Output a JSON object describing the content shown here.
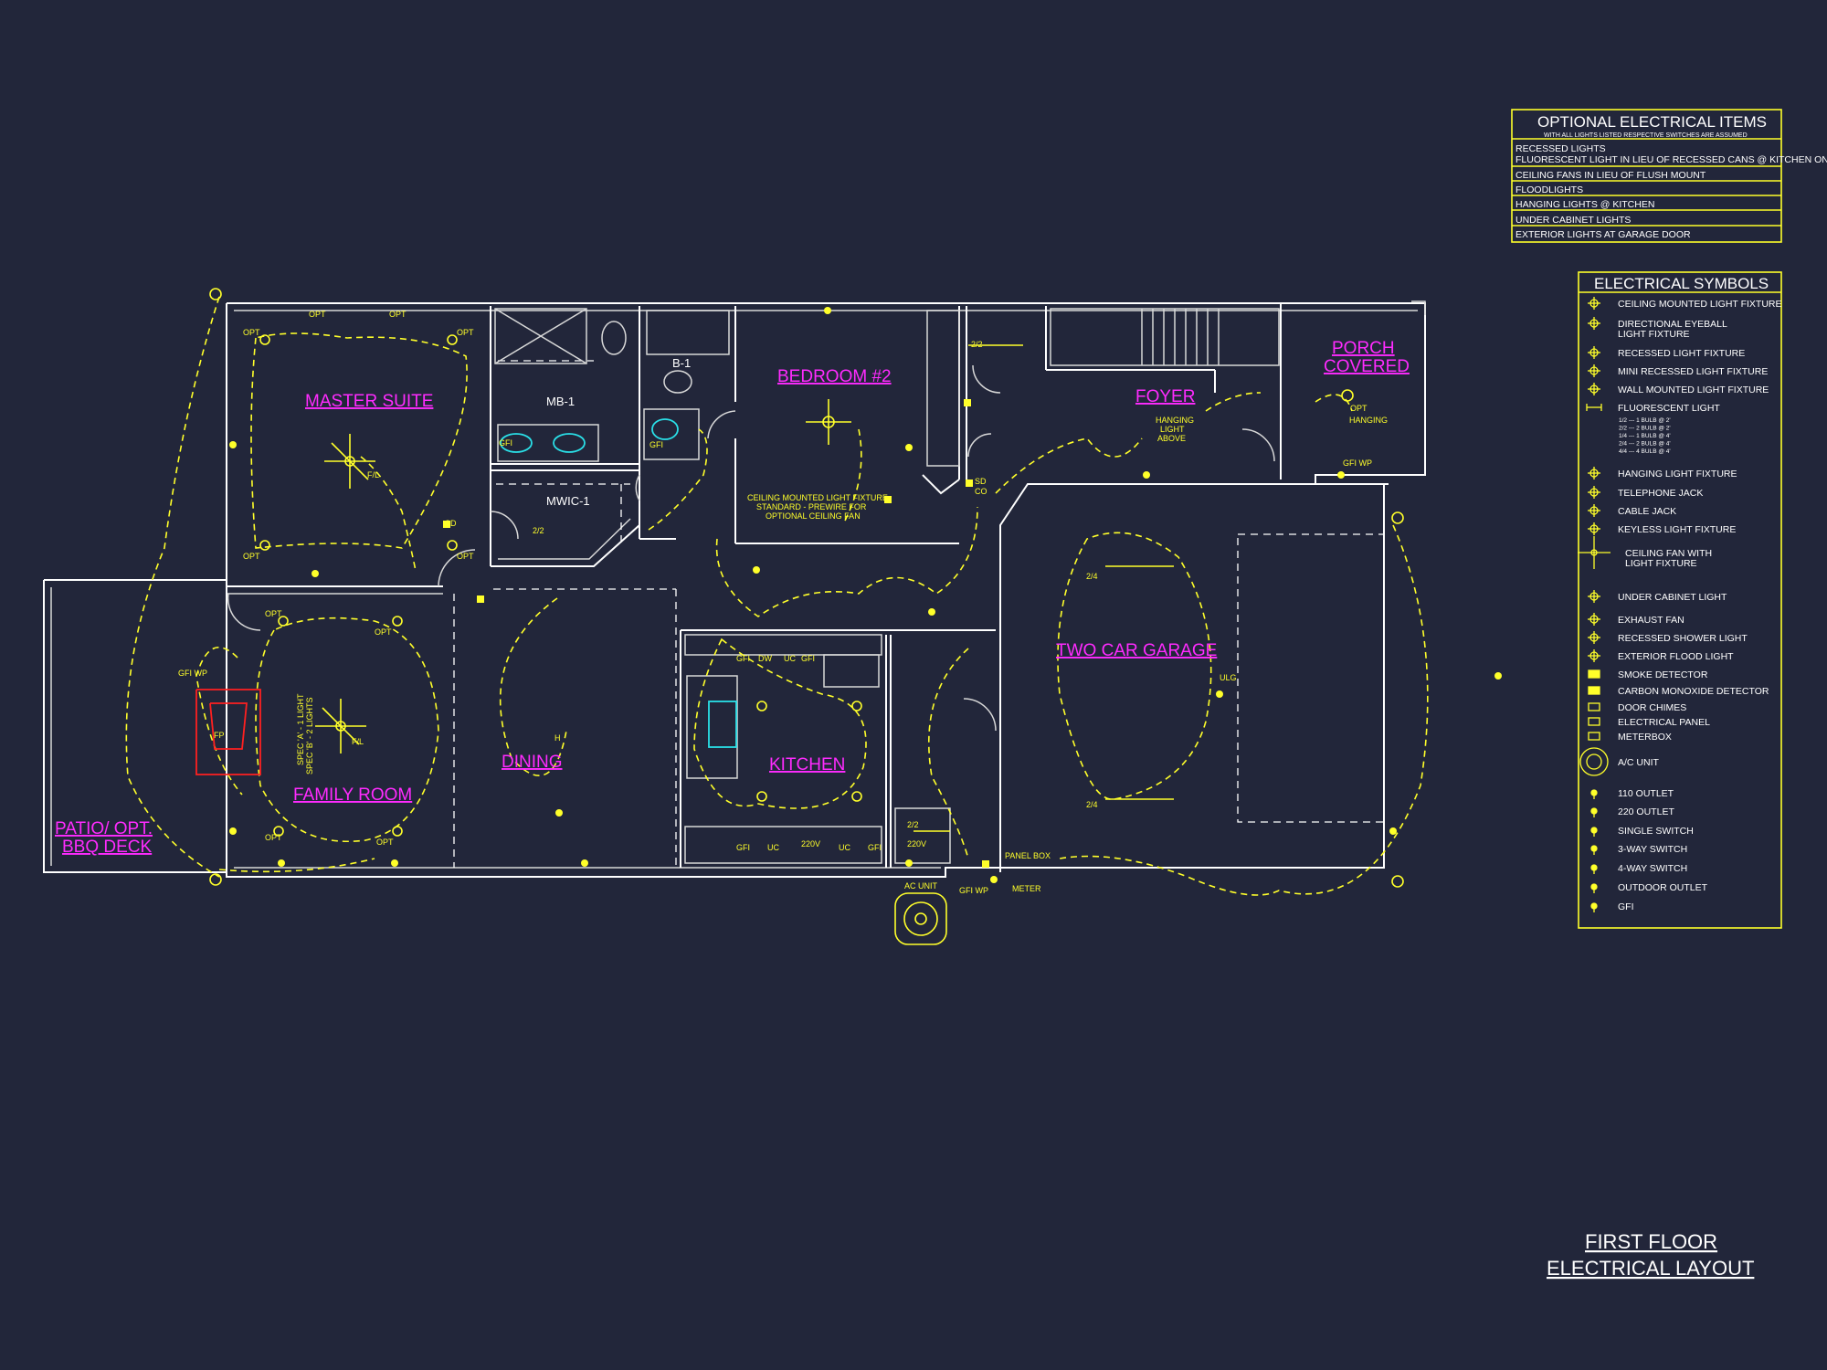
{
  "rooms": {
    "master_suite": "MASTER SUITE",
    "bedroom2": "BEDROOM #2",
    "foyer": "FOYER",
    "porch_line1": "PORCH",
    "porch_line2": "COVERED",
    "family_room": "FAMILY ROOM",
    "dining": "DINING",
    "kitchen": "KITCHEN",
    "garage": "TWO CAR GARAGE",
    "patio_line1": "PATIO/ OPT.",
    "patio_line2": "BBQ DECK",
    "mb1": "MB-1",
    "b1": "B-1",
    "mwic1": "MWIC-1"
  },
  "annotations": {
    "opt": "OPT",
    "fl": "F/L",
    "gfi": "GFI",
    "gfi_wp": "GFI WP",
    "sd": "SD",
    "co": "CO",
    "ratio_22": "2/2",
    "ratio_24": "2/4",
    "ceiling_note_1": "CEILING MOUNTED LIGHT FIXTURE",
    "ceiling_note_2": "STANDARD - PREWIRE FOR",
    "ceiling_note_3": "OPTIONAL CEILING FAN",
    "hanging_1": "HANGING",
    "hanging_2": "LIGHT",
    "hanging_3": "ABOVE",
    "opt_hanging_1": "OPT",
    "opt_hanging_2": "HANGING",
    "dw": "DW",
    "uc": "UC",
    "v220": "220V",
    "fp": "FP",
    "spec_a": "SPEC 'A' - 1 LIGHT",
    "spec_b": "SPEC 'B' - 2 LIGHTS",
    "panel_box": "PANEL BOX",
    "meter": "METER",
    "ac_unit": "AC UNIT",
    "ulg": "ULG",
    "h": "H"
  },
  "optional_items": {
    "title": "OPTIONAL ELECTRICAL ITEMS",
    "subtitle": "WITH ALL LIGHTS LISTED RESPECTIVE SWITCHES ARE ASSUMED",
    "rows": [
      "RECESSED LIGHTS",
      "FLUORESCENT LIGHT IN LIEU OF RECESSED CANS @ KITCHEN ONLY",
      "CEILING FANS IN LIEU OF FLUSH MOUNT",
      "FLOODLIGHTS",
      "HANGING LIGHTS @ KITCHEN",
      "UNDER CABINET LIGHTS",
      "EXTERIOR LIGHTS AT GARAGE DOOR"
    ]
  },
  "symbols": {
    "title": "ELECTRICAL SYMBOLS",
    "items": [
      {
        "label": "CEILING MOUNTED LIGHT FIXTURE",
        "icon": "ceiling-light-icon"
      },
      {
        "label": "DIRECTIONAL EYEBALL",
        "label2": "LIGHT FIXTURE",
        "icon": "eyeball-light-icon"
      },
      {
        "label": "RECESSED LIGHT FIXTURE",
        "icon": "recessed-light-icon"
      },
      {
        "label": "MINI RECESSED LIGHT FIXTURE",
        "icon": "mini-recessed-light-icon"
      },
      {
        "label": "WALL MOUNTED LIGHT FIXTURE",
        "icon": "wall-light-icon"
      },
      {
        "label": "FLUORESCENT LIGHT",
        "icon": "fluorescent-light-icon"
      },
      {
        "label": "HANGING LIGHT FIXTURE",
        "icon": "hanging-light-icon"
      },
      {
        "label": "TELEPHONE JACK",
        "icon": "telephone-jack-icon"
      },
      {
        "label": "CABLE JACK",
        "icon": "cable-jack-icon"
      },
      {
        "label": "KEYLESS LIGHT FIXTURE",
        "icon": "keyless-light-icon"
      },
      {
        "label": "CEILING FAN WITH",
        "label2": "LIGHT FIXTURE",
        "icon": "ceiling-fan-icon"
      },
      {
        "label": "UNDER CABINET LIGHT",
        "icon": "under-cabinet-light-icon"
      },
      {
        "label": "EXHAUST FAN",
        "icon": "exhaust-fan-icon"
      },
      {
        "label": "RECESSED SHOWER LIGHT",
        "icon": "shower-light-icon"
      },
      {
        "label": "EXTERIOR FLOOD LIGHT",
        "icon": "flood-light-icon"
      },
      {
        "label": "SMOKE DETECTOR",
        "icon": "smoke-detector-icon"
      },
      {
        "label": "CARBON MONOXIDE DETECTOR",
        "icon": "co-detector-icon"
      },
      {
        "label": "DOOR CHIMES",
        "icon": "door-chimes-icon"
      },
      {
        "label": "ELECTRICAL PANEL",
        "icon": "electrical-panel-icon"
      },
      {
        "label": "METERBOX",
        "icon": "meterbox-icon"
      },
      {
        "label": "A/C UNIT",
        "icon": "ac-unit-icon"
      },
      {
        "label": "110 OUTLET",
        "icon": "outlet-110-icon"
      },
      {
        "label": "220 OUTLET",
        "icon": "outlet-220-icon"
      },
      {
        "label": "SINGLE SWITCH",
        "icon": "single-switch-icon"
      },
      {
        "label": "3-WAY SWITCH",
        "icon": "three-way-switch-icon"
      },
      {
        "label": "4-WAY SWITCH",
        "icon": "four-way-switch-icon"
      },
      {
        "label": "OUTDOOR OUTLET",
        "icon": "outdoor-outlet-icon"
      },
      {
        "label": "GFI",
        "icon": "gfi-icon"
      }
    ],
    "fluorescent_notes": [
      "1/2 --- 1 BULB @ 2'",
      "2/2 --- 2 BULB @ 2'",
      "1/4 --- 1 BULB @ 4'",
      "2/4 --- 2 BULB @ 4'",
      "4/4 --- 4 BULB @ 4'"
    ]
  },
  "drawing_title": {
    "line1": "FIRST FLOOR",
    "line2": "ELECTRICAL LAYOUT"
  },
  "colors": {
    "background": "#22263a",
    "wire": "#ffff2a",
    "room_label": "#ff2bff",
    "wall": "#ffffff",
    "fixture": "#2ae0e8",
    "fireplace": "#ff2020"
  }
}
